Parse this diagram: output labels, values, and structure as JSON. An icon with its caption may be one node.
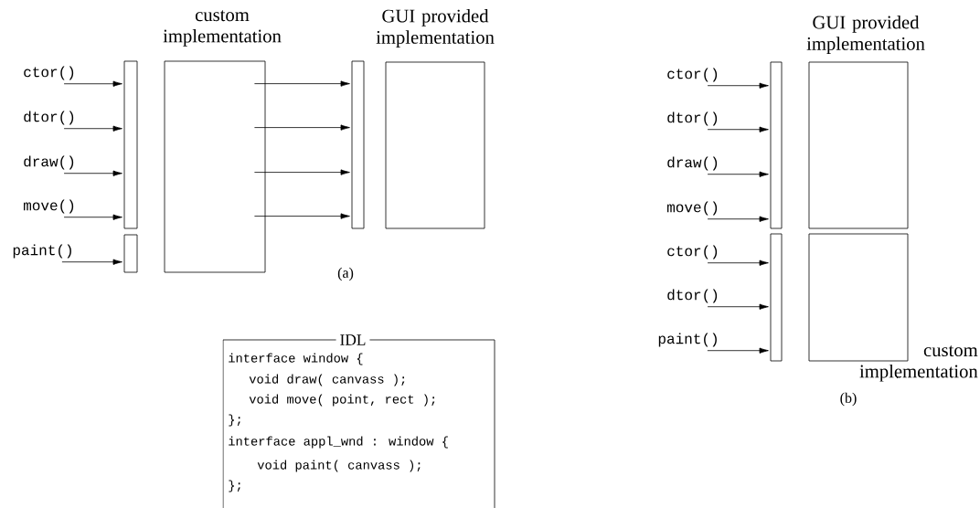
{
  "diagram": {
    "nodes": [
      {
        "text": [
          "ctor()"
        ]
      },
      {
        "text": [
          "dtor()"
        ]
      },
      {
        "text": [
          "draw()"
        ]
      },
      {
        "text": [
          "move()"
        ]
      },
      {
        "text": [
          "paint()"
        ]
      },
      {
        "text": [],
        "shape": "bar"
      },
      {
        "text": [],
        "shape": "bar"
      },
      {
        "text": [
          "custom implementation"
        ]
      },
      {
        "text": [],
        "shape": "bar"
      },
      {
        "text": [
          "GUI provided implementation"
        ]
      },
      {
        "text": [
          "IDL",
          "interface window {",
          "void draw( canvass );",
          "void move( point, rect );",
          "};",
          "interface appl_wnd : window {",
          "void paint( canvass );",
          "};"
        ]
      },
      {
        "text": [
          "ctor()"
        ]
      },
      {
        "text": [
          "dtor()"
        ]
      },
      {
        "text": [
          "draw()"
        ]
      },
      {
        "text": [
          "move()"
        ]
      },
      {
        "text": [
          "ctor()"
        ]
      },
      {
        "text": [
          "dtor()"
        ]
      },
      {
        "text": [
          "paint()"
        ]
      },
      {
        "text": [],
        "shape": "bar"
      },
      {
        "text": [],
        "shape": "bar"
      },
      {
        "text": [
          "GUI provided implementation"
        ]
      },
      {
        "text": [
          "custom implementation"
        ]
      }
    ],
    "edges": [
      {
        "from": 0,
        "to": 5,
        "arrow": "to"
      },
      {
        "from": 1,
        "to": 5,
        "arrow": "to"
      },
      {
        "from": 2,
        "to": 5,
        "arrow": "to"
      },
      {
        "from": 3,
        "to": 5,
        "arrow": "to"
      },
      {
        "from": 4,
        "to": 6,
        "arrow": "to"
      },
      {
        "from": 7,
        "to": 8,
        "arrow": "to"
      },
      {
        "from": 7,
        "to": 8,
        "arrow": "to"
      },
      {
        "from": 7,
        "to": 8,
        "arrow": "to"
      },
      {
        "from": 7,
        "to": 8,
        "arrow": "to"
      },
      {
        "from": 11,
        "to": 18,
        "arrow": "to"
      },
      {
        "from": 12,
        "to": 18,
        "arrow": "to"
      },
      {
        "from": 13,
        "to": 18,
        "arrow": "to"
      },
      {
        "from": 14,
        "to": 18,
        "arrow": "to"
      },
      {
        "from": 15,
        "to": 19,
        "arrow": "to"
      },
      {
        "from": 16,
        "to": 19,
        "arrow": "to"
      },
      {
        "from": 17,
        "to": 19,
        "arrow": "to"
      }
    ],
    "labels": [
      "(a)",
      "(b)"
    ]
  }
}
